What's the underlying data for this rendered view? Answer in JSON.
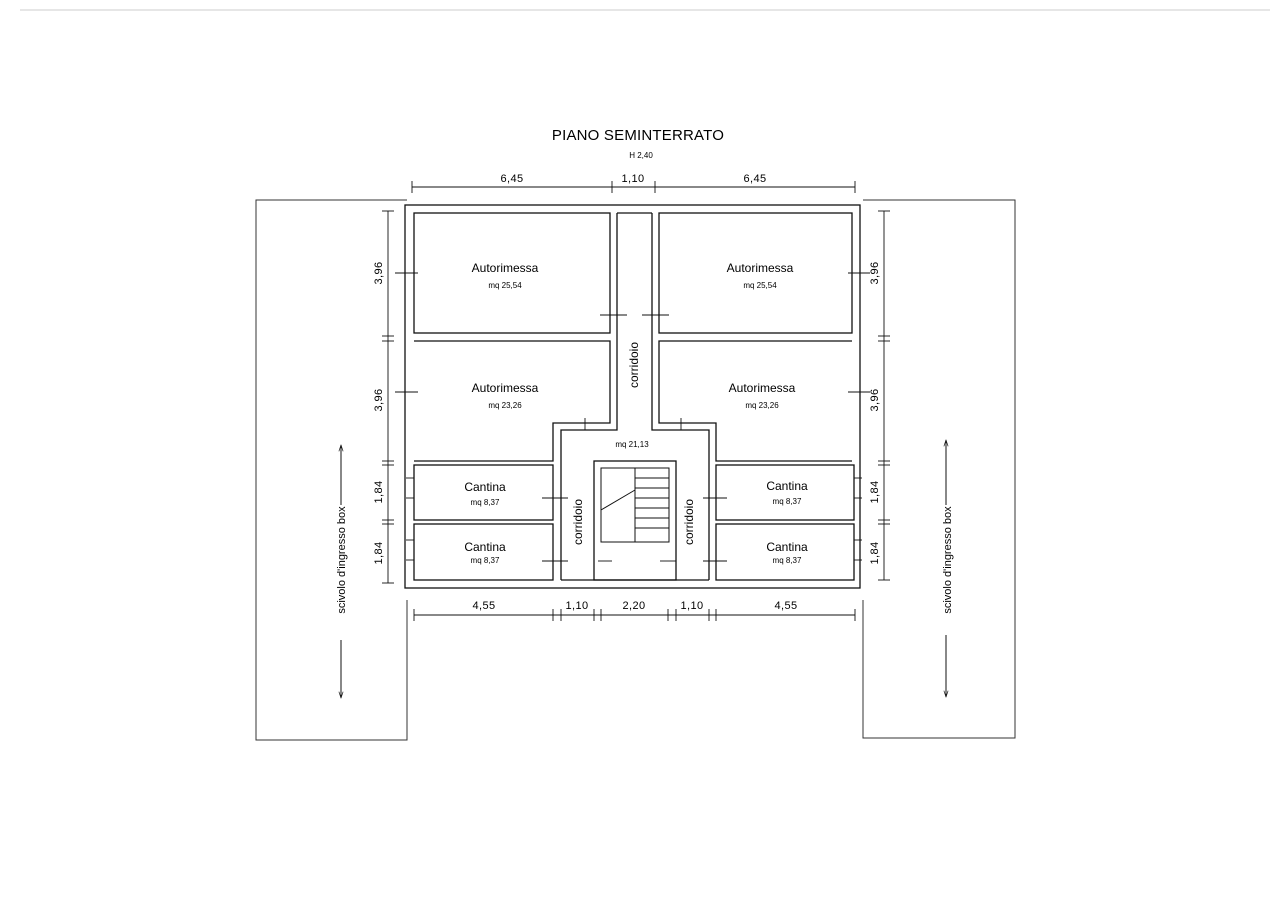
{
  "header": {
    "title": "PIANO SEMINTERRATO",
    "height_note": "H 2,40"
  },
  "rooms": {
    "garage_tl": {
      "name": "Autorimessa",
      "area": "mq 25,54"
    },
    "garage_tr": {
      "name": "Autorimessa",
      "area": "mq 25,54"
    },
    "garage_ml": {
      "name": "Autorimessa",
      "area": "mq 23,26"
    },
    "garage_mr": {
      "name": "Autorimessa",
      "area": "mq 23,26"
    },
    "cellar_1": {
      "name": "Cantina",
      "area": "mq 8,37"
    },
    "cellar_2": {
      "name": "Cantina",
      "area": "mq 8,37"
    },
    "cellar_3": {
      "name": "Cantina",
      "area": "mq 8,37"
    },
    "cellar_4": {
      "name": "Cantina",
      "area": "mq 8,37"
    }
  },
  "corridor": {
    "label": "corridoio",
    "area": "mq 21,13"
  },
  "ramps": {
    "label": "scivolo d'ingresso box"
  },
  "dimensions": {
    "top": [
      "6,45",
      "1,10",
      "6,45"
    ],
    "bottom": [
      "4,55",
      "1,10",
      "2,20",
      "1,10",
      "4,55"
    ],
    "left": [
      "3,96",
      "3,96",
      "1,84",
      "1,84"
    ],
    "right": [
      "3,96",
      "3,96",
      "1,84",
      "1,84"
    ]
  }
}
